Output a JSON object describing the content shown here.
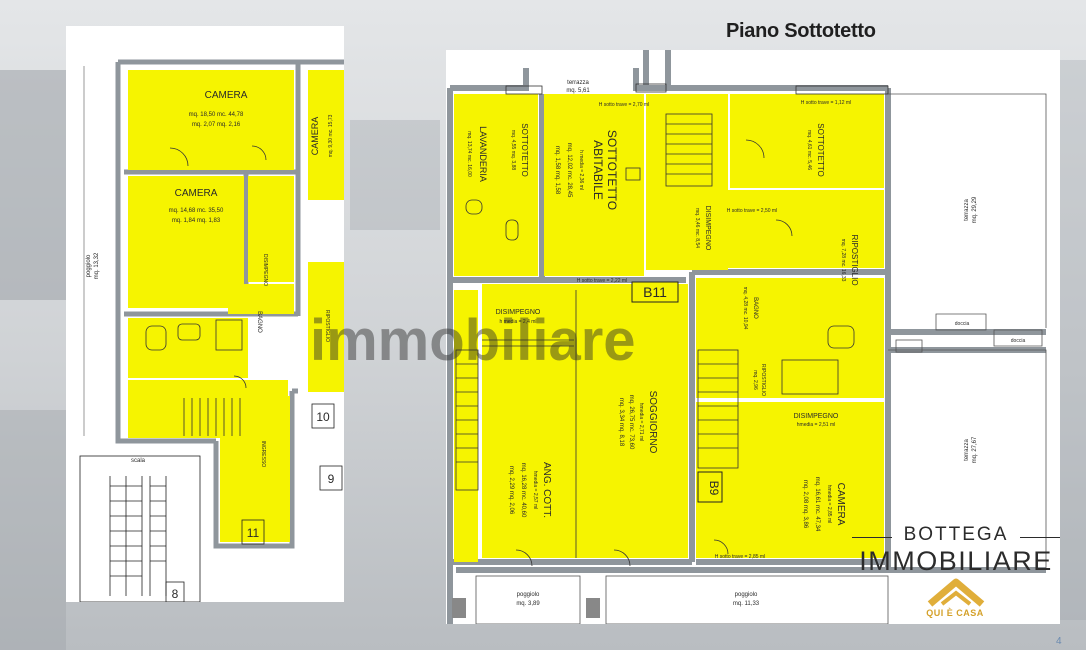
{
  "page_title": "Piano Sottotetto",
  "watermark": "immobiliare",
  "page_number": "4",
  "colors": {
    "room_fill": "#f6f400",
    "wall": "#8f969c",
    "brand_gold": "#e0ae3a"
  },
  "left_plan": {
    "rooms": {
      "camera_1": {
        "name": "CAMERA",
        "l1": "mq. 18,50   mc. 44,78",
        "l2": "mq. 2,07   mq. 2,16"
      },
      "camera_2": {
        "name": "CAMERA",
        "l1": "mq. 14,68   mc. 35,50",
        "l2": "mq. 1,84   mq. 1,83"
      },
      "camera_3": {
        "name": "CAMERA",
        "l1": "mq. 9,30   mc. 15,73"
      },
      "disimpegno": "DISIMPEGNO",
      "bagno": "BAGNO",
      "ingresso": "INGRESSO",
      "ripostiglio": "RIPOSTIGLIO"
    },
    "poggiolo": {
      "name": "poggiolo",
      "area": "mq. 13,32"
    },
    "scala": "scala",
    "unit_numbers": [
      "10",
      "9",
      "11",
      "8"
    ]
  },
  "right_plan": {
    "terrazza_top": {
      "name": "terrazza",
      "area": "mq. 5,61"
    },
    "rooms": {
      "lavanderia": {
        "name": "LAVANDERIA",
        "l1": "mq. 13,74 mc. 16,00"
      },
      "sottotetto_1": {
        "name": "SOTTOTETTO",
        "l1": "mq. 4,55 mq. 3,88"
      },
      "sottotetto_abitabile": {
        "name1": "SOTTOTETTO",
        "name2": "ABITABILE",
        "l1": "mq. 12,02   mc. 28,45",
        "l2": "mq. 1,58   mq. 1,58",
        "h": "h media = 2,36 ml"
      },
      "sottotetto_2": {
        "name": "SOTTOTETTO",
        "l1": "mq. 4,61 mc. 5,46"
      },
      "disimpegno_1": {
        "name": "DISIMPEGNO",
        "l1": "mq. 3,46 mc. 8,54"
      },
      "ripostiglio": {
        "name": "RIPOSTIGLIO",
        "l1": "mq. 7,28 mc. 16,33"
      },
      "disimpegno_2": {
        "name": "DISIMPEGNO",
        "l1": "h media = 2,4 ml"
      },
      "soggiorno": {
        "name": "SOGGIORNO",
        "h": "hmedia = 2,71 ml",
        "l1": "mq. 26,75   mc. 73,60",
        "l2": "mq. 3,34   mq. 8,18"
      },
      "ang_cott": {
        "name": "ANG. COTT.",
        "h": "hmedia = 2,57 ml",
        "l1": "mq. 16,28   mc. 40,60",
        "l2": "mq. 2,29   mq. 2,06"
      },
      "bagno": {
        "name": "BAGNO",
        "l1": "mq. 4,28 mc. 10,94"
      },
      "ripostiglio_2": {
        "name": "RIPOSTIGLIO",
        "l1": "mq. 2,96"
      },
      "disimpegno_3": {
        "name": "DISIMPEGNO",
        "l1": "hmedia = 2,51 ml"
      },
      "camera": {
        "name": "CAMERA",
        "h": "hmedia = 2,85 ml",
        "l1": "mq. 16,61   mc. 47,34",
        "l2": "mq. 2,08   mq. 3,86"
      }
    },
    "heights": {
      "h1": "H sotto trave = 2,70 ml",
      "h2": "H sotto trave = 1,12 ml",
      "h3": "H sotto trave = 2,50 ml",
      "h4": "H sotto trave = 2,22 ml",
      "h5": "H sotto trave = 2,85 ml"
    },
    "unit_b11": "B11",
    "unit_b9": "B9",
    "terrazza_right_1": {
      "name": "terrazza",
      "area": "mq. 29,29"
    },
    "terrazza_right_2": {
      "name": "terrazza",
      "area": "mq. 27,67"
    },
    "doccia_1": "doccia",
    "doccia_2": "doccia",
    "poggiolo_1": {
      "name": "poggiolo",
      "area": "mq. 3,89"
    },
    "poggiolo_2": {
      "name": "poggiolo",
      "area": "mq. 11,33"
    }
  },
  "logo": {
    "top": "BOTTEGA",
    "main": "IMMOBILIARE",
    "sub": "QUI È CASA"
  }
}
